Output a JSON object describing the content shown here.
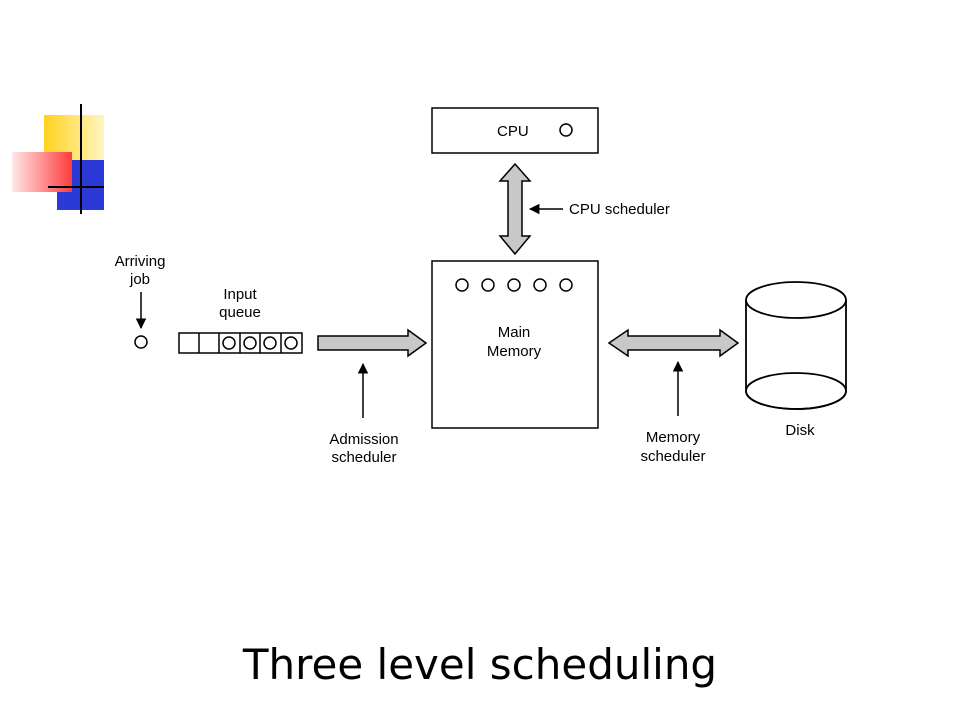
{
  "slide": {
    "title": "Three level scheduling"
  },
  "diagram": {
    "cpu_label": "CPU",
    "cpu_scheduler_label": "CPU scheduler",
    "arriving_job_line1": "Arriving",
    "arriving_job_line2": "job",
    "input_queue_line1": "Input",
    "input_queue_line2": "queue",
    "main_memory_line1": "Main",
    "main_memory_line2": "Memory",
    "admission_scheduler_line1": "Admission",
    "admission_scheduler_line2": "scheduler",
    "memory_scheduler_line1": "Memory",
    "memory_scheduler_line2": "scheduler",
    "disk_label": "Disk"
  },
  "colors": {
    "arrow_fill": "#c8c8c8",
    "deco_yellow": "#ffd21f",
    "deco_blue": "#2b3ad6",
    "deco_red": "#ff4b4b"
  }
}
